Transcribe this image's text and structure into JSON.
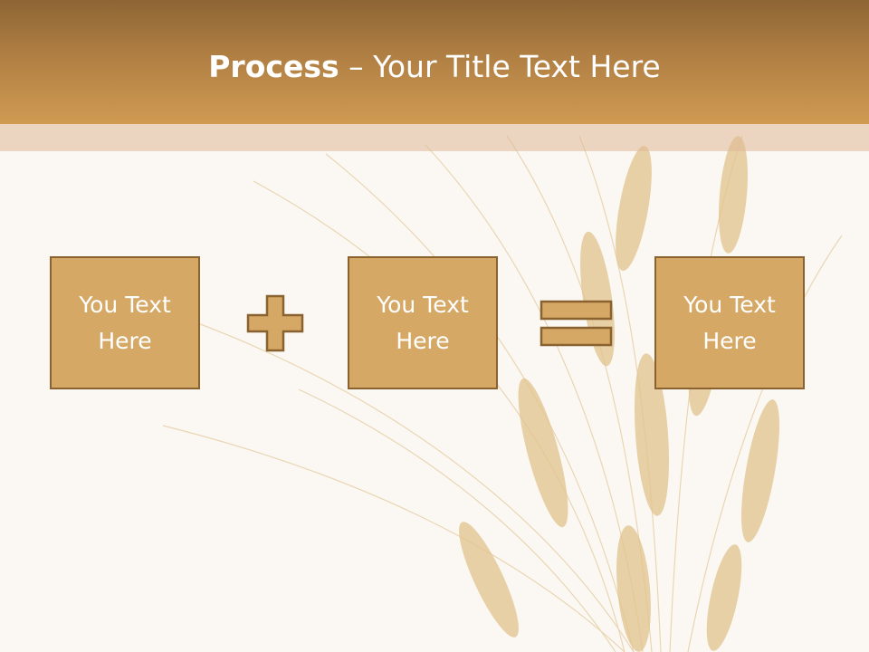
{
  "title": {
    "bold": "Process",
    "rest": " – Your Title Text Here"
  },
  "boxes": [
    {
      "text": "You Text\nHere"
    },
    {
      "text": "You Text\nHere"
    },
    {
      "text": "You Text\nHere"
    }
  ],
  "operators": [
    "plus-icon",
    "equals-icon"
  ],
  "colors": {
    "header_dark": "#8d6534",
    "header_light": "#d09a52",
    "box_fill": "#d6a865",
    "box_border": "#8a6230",
    "background": "#fbf8f3"
  }
}
